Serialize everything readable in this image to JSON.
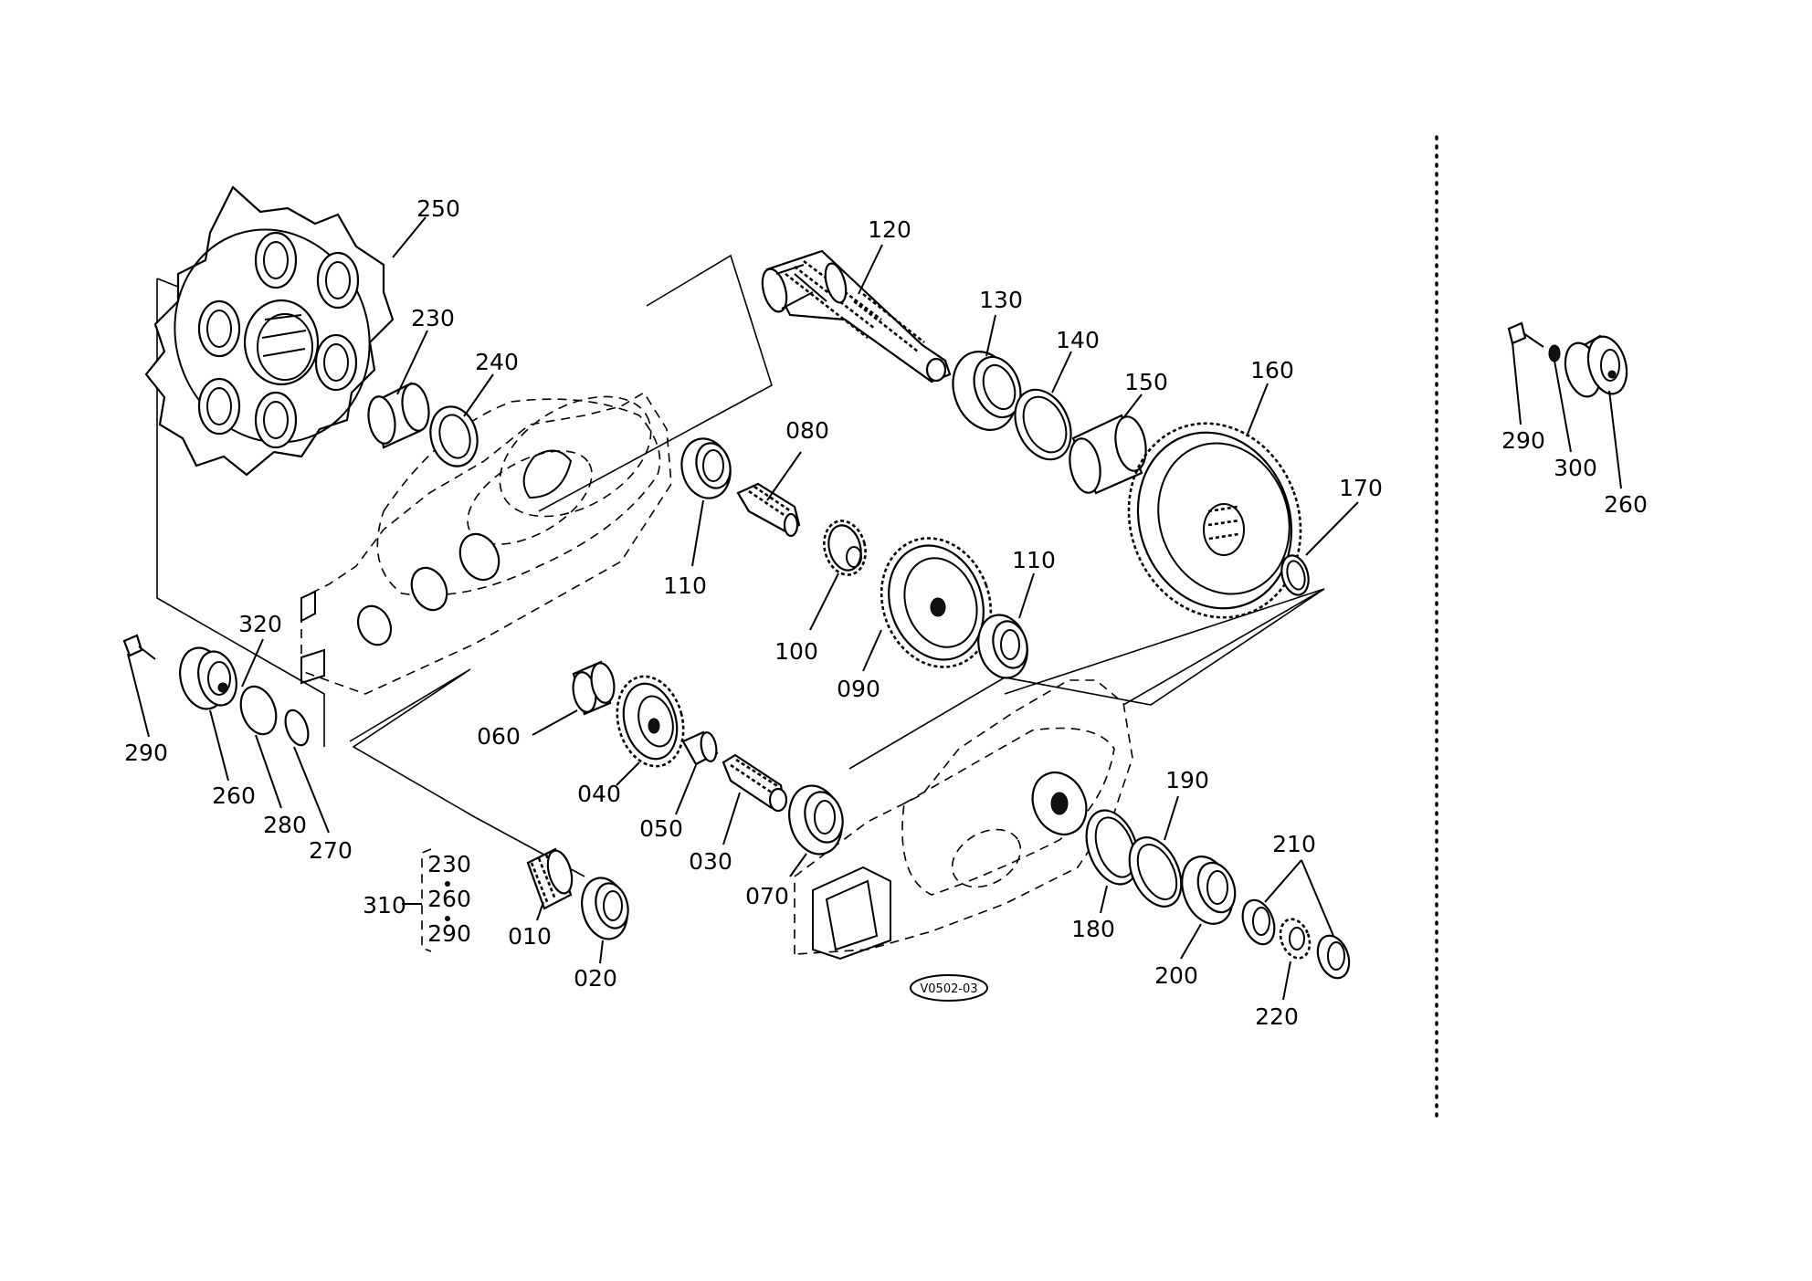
{
  "drawing_code": "V0502-03",
  "callouts": [
    {
      "id": "c010",
      "text": "010"
    },
    {
      "id": "c020",
      "text": "020"
    },
    {
      "id": "c030",
      "text": "030"
    },
    {
      "id": "c040",
      "text": "040"
    },
    {
      "id": "c050",
      "text": "050"
    },
    {
      "id": "c060",
      "text": "060"
    },
    {
      "id": "c070",
      "text": "070"
    },
    {
      "id": "c080",
      "text": "080"
    },
    {
      "id": "c090",
      "text": "090"
    },
    {
      "id": "c100",
      "text": "100"
    },
    {
      "id": "c110a",
      "text": "110"
    },
    {
      "id": "c110b",
      "text": "110"
    },
    {
      "id": "c120",
      "text": "120"
    },
    {
      "id": "c130",
      "text": "130"
    },
    {
      "id": "c140",
      "text": "140"
    },
    {
      "id": "c150",
      "text": "150"
    },
    {
      "id": "c160",
      "text": "160"
    },
    {
      "id": "c170",
      "text": "170"
    },
    {
      "id": "c180",
      "text": "180"
    },
    {
      "id": "c190",
      "text": "190"
    },
    {
      "id": "c200",
      "text": "200"
    },
    {
      "id": "c210",
      "text": "210"
    },
    {
      "id": "c220",
      "text": "220"
    },
    {
      "id": "c230",
      "text": "230"
    },
    {
      "id": "c240",
      "text": "240"
    },
    {
      "id": "c250",
      "text": "250"
    },
    {
      "id": "c260a",
      "text": "260"
    },
    {
      "id": "c270",
      "text": "270"
    },
    {
      "id": "c280",
      "text": "280"
    },
    {
      "id": "c290a",
      "text": "290"
    },
    {
      "id": "c320",
      "text": "320"
    },
    {
      "id": "c290b",
      "text": "290"
    },
    {
      "id": "c300",
      "text": "300"
    },
    {
      "id": "c260b",
      "text": "260"
    }
  ],
  "kit": {
    "number": "310",
    "members": [
      "230",
      "260",
      "290"
    ]
  }
}
